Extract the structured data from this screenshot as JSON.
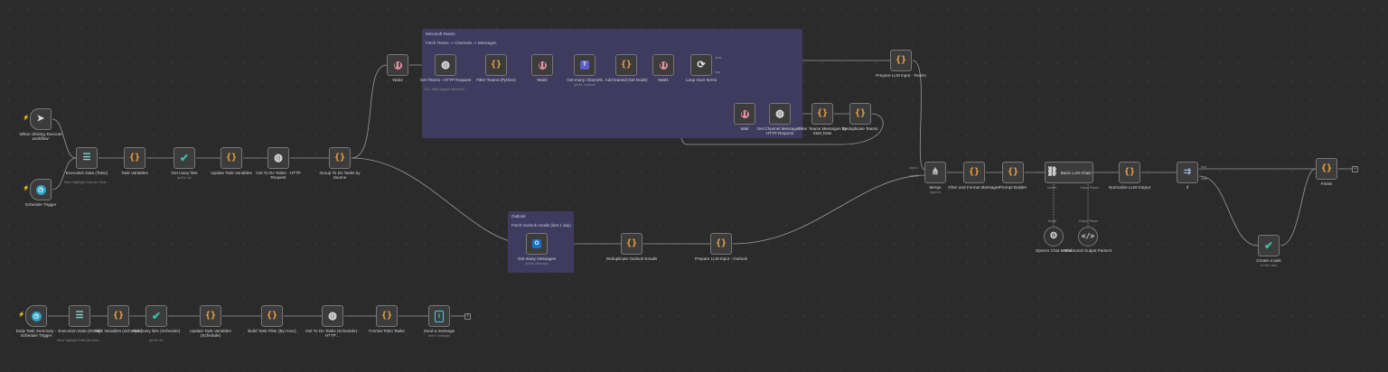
{
  "sticky_notes": [
    {
      "id": "teams",
      "title": "Microsoft Teams",
      "text": "Fetch Teams -> Channels -> Messages"
    },
    {
      "id": "outlook",
      "title": "Outlook",
      "text": "Fetch Outlook emails (last 1 day)"
    }
  ],
  "nodes": [
    {
      "id": "manual-trigger",
      "icon": "cursor-icon",
      "label": "When clicking 'Execute workflow'",
      "sub": ""
    },
    {
      "id": "schedule-trigger",
      "icon": "clock-icon",
      "label": "Schedule Trigger",
      "sub": ""
    },
    {
      "id": "execution-data-todo",
      "icon": "list-icon",
      "label": "Execution Data (ToDo)",
      "sub": "Save Highlight Data (for Sear…"
    },
    {
      "id": "task-variables",
      "icon": "code-icon",
      "label": "Task Variables",
      "sub": ""
    },
    {
      "id": "get-many-lists",
      "icon": "check-icon",
      "label": "Get many lists",
      "sub": "getAll: list"
    },
    {
      "id": "update-task-variables",
      "icon": "code-icon",
      "label": "Update Task Variables",
      "sub": ""
    },
    {
      "id": "get-todo-tasks-http",
      "icon": "globe-icon",
      "label": "Get To Do Tasks - HTTP Request",
      "sub": ""
    },
    {
      "id": "group-todo-tasks",
      "icon": "code-icon",
      "label": "Group To Do Tasks by Source",
      "sub": ""
    },
    {
      "id": "wait2",
      "icon": "wait-icon",
      "label": "Wait2",
      "sub": ""
    },
    {
      "id": "get-teams-http",
      "icon": "globe-icon",
      "label": "Get Teams - HTTP Request",
      "sub": "GET: https://graph.microsoft…"
    },
    {
      "id": "filter-teams-python",
      "icon": "code-icon",
      "label": "Filter Teams (Python)",
      "sub": ""
    },
    {
      "id": "wait3",
      "icon": "wait-icon",
      "label": "Wait3",
      "sub": ""
    },
    {
      "id": "get-many-channels",
      "icon": "teams-icon",
      "label": "Get many channels",
      "sub": "getAll: channel"
    },
    {
      "id": "add-teamid",
      "icon": "code-icon",
      "label": "Add teamId (Set Node)",
      "sub": ""
    },
    {
      "id": "wait1",
      "icon": "wait-icon",
      "label": "Wait1",
      "sub": ""
    },
    {
      "id": "loop-over-items",
      "icon": "loop-icon",
      "label": "Loop Over Items",
      "sub": ""
    },
    {
      "id": "wait",
      "icon": "wait-icon",
      "label": "Wait",
      "sub": ""
    },
    {
      "id": "get-channel-messages",
      "icon": "globe-icon",
      "label": "Get Channel Messages - HTTP Request",
      "sub": ""
    },
    {
      "id": "filter-teams-messages",
      "icon": "code-icon",
      "label": "Filter Teams Messages by Start Date",
      "sub": ""
    },
    {
      "id": "deduplicate-teams",
      "icon": "code-icon",
      "label": "Deduplicate Teams",
      "sub": ""
    },
    {
      "id": "prepare-llm-teams",
      "icon": "code-icon",
      "label": "Prepare LLM Input - Teams",
      "sub": ""
    },
    {
      "id": "get-many-messages",
      "icon": "outlook-icon",
      "label": "Get many messages",
      "sub": "getAll: message"
    },
    {
      "id": "deduplicate-outlook",
      "icon": "code-icon",
      "label": "Deduplicate Outlook Emails",
      "sub": ""
    },
    {
      "id": "prepare-llm-outlook",
      "icon": "code-icon",
      "label": "Prepare LLM Input - Outlook",
      "sub": ""
    },
    {
      "id": "merge",
      "icon": "merge-icon",
      "label": "Merge",
      "sub": "append"
    },
    {
      "id": "filter-format-messages",
      "icon": "code-icon",
      "label": "Filter and Format Messages",
      "sub": ""
    },
    {
      "id": "prompt-builder",
      "icon": "code-icon",
      "label": "Prompt Builder",
      "sub": ""
    },
    {
      "id": "basic-llm-chain",
      "icon": "link-icon",
      "label": "Basic LLM Chain",
      "sub": ""
    },
    {
      "id": "normalize-llm-output",
      "icon": "code-icon",
      "label": "Normalize LLM Output",
      "sub": ""
    },
    {
      "id": "if",
      "icon": "branch-icon",
      "label": "If",
      "sub": ""
    },
    {
      "id": "finish",
      "icon": "code-icon",
      "label": "Finish",
      "sub": ""
    },
    {
      "id": "create-task",
      "icon": "check-icon",
      "label": "Create a task",
      "sub": "create: task"
    },
    {
      "id": "openai-chat-model",
      "icon": "gear-icon",
      "label": "OpenAI Chat Model",
      "sub": ""
    },
    {
      "id": "structured-output-parser",
      "icon": "bracket-icon",
      "label": "Structured Output Parser1",
      "sub": ""
    },
    {
      "id": "daily-task-summary",
      "icon": "clock-icon",
      "label": "Daily Task Summary - Schedule Trigger",
      "sub": ""
    },
    {
      "id": "execution-data-email",
      "icon": "list-icon",
      "label": "Execution Data (Email)",
      "sub": "Save Highlight Data (for Sear…"
    },
    {
      "id": "task-variables-schedule",
      "icon": "code-icon",
      "label": "Task Variables (Schedule)",
      "sub": ""
    },
    {
      "id": "get-many-lists-schedule",
      "icon": "check-icon",
      "label": "Get many lists (Schedule)",
      "sub": "getAll: list"
    },
    {
      "id": "update-task-variables-schedule",
      "icon": "code-icon",
      "label": "Update Task Variables (Schedule)",
      "sub": ""
    },
    {
      "id": "build-task-filter",
      "icon": "code-icon",
      "label": "Build Task Filter (By Hour)",
      "sub": ""
    },
    {
      "id": "get-todo-tasks-schedule",
      "icon": "globe-icon",
      "label": "Get To Do Tasks (Schedule) - HTTP…",
      "sub": ""
    },
    {
      "id": "format-todo-tasks",
      "icon": "code-icon",
      "label": "Format ToDo Tasks",
      "sub": ""
    },
    {
      "id": "send-a-message",
      "icon": "phone-icon",
      "label": "Send a message",
      "sub": "send: message"
    }
  ],
  "port_labels": {
    "loop_done": "done",
    "loop_loop": "loop",
    "merge_input1": "Input 1",
    "merge_input2": "Input 2",
    "chain_model": "Model*",
    "chain_parser": "Output Parser",
    "chat_model_port": "Model",
    "parser_port": "Output Parser",
    "if_true": "true",
    "if_false": "false"
  },
  "colors": {
    "canvas": "#2b2b2b",
    "sticky": "#3e3b5f",
    "edge": "#9a9a9a",
    "trigger_bolt": "#f08a3c",
    "code_icon": "#f5a742"
  }
}
